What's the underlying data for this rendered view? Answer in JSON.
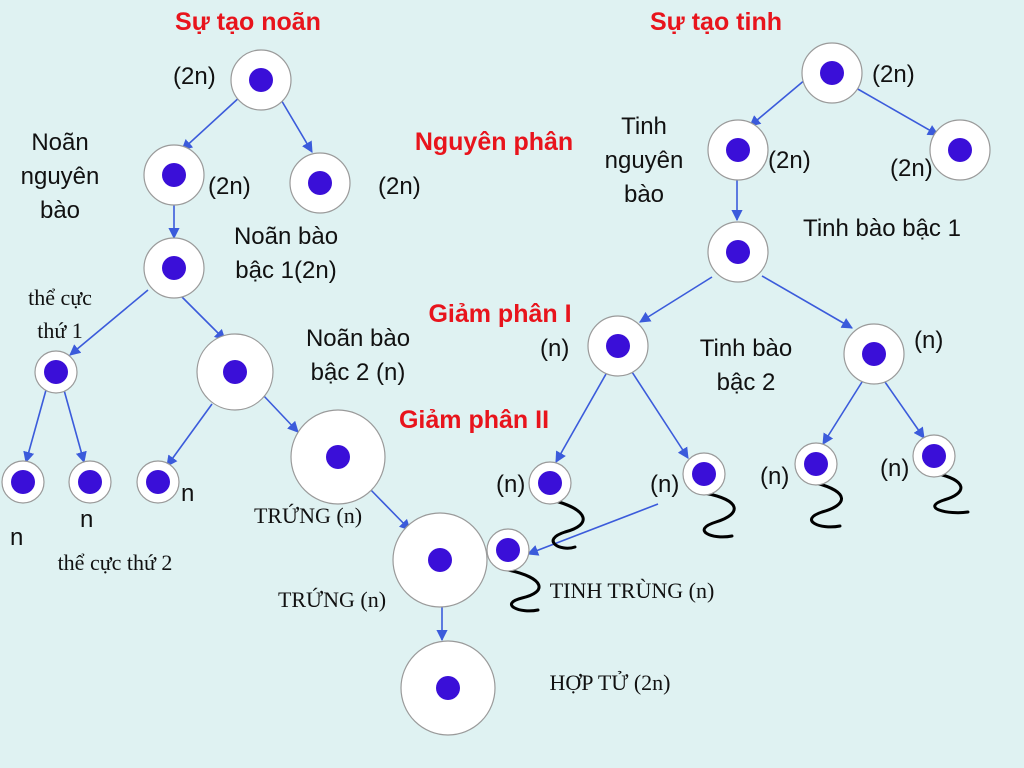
{
  "colors": {
    "background": "#dff2f2",
    "heading": "#e8141c",
    "cell_fill": "#ffffff",
    "nucleus": "#3a0fd8",
    "arrow": "#3b5bdb",
    "tail": "#000000"
  },
  "headings": {
    "oogenesis": "Sự tạo noãn",
    "spermatogenesis": "Sự tạo tinh",
    "mitosis": "Nguyên phân",
    "meiosis1": "Giảm phân I",
    "meiosis2": "Giảm phân II"
  },
  "labels": {
    "egg_root_ploidy": "(2n)",
    "oogonium_l1": "Noãn",
    "oogonium_l2": "nguyên",
    "oogonium_l3": "bào",
    "oogonium_ploidy": "(2n)",
    "oogonium_sib_ploidy": "(2n)",
    "primary_oocyte_l1": "Noãn bào",
    "primary_oocyte_l2": "bậc 1(2n)",
    "polar1_l1": "thể cực",
    "polar1_l2": "thứ 1",
    "secondary_oocyte_l1": "Noãn bào",
    "secondary_oocyte_l2": "bậc 2 (n)",
    "polar_n1": "n",
    "polar_n2": "n",
    "polar_n3": "n",
    "polar2": "thể cực thứ 2",
    "egg1": "TRỨNG (n)",
    "egg2": "TRỨNG (n)",
    "zygote": "HỢP TỬ (2n)",
    "sperm_root_ploidy": "(2n)",
    "spermatogonium_l1": "Tinh",
    "spermatogonium_l2": "nguyên",
    "spermatogonium_l3": "bào",
    "spermatogonium_ploidy": "(2n)",
    "spermatogonium_sib_ploidy": "(2n)",
    "primary_spermatocyte": "Tinh bào bậc 1",
    "secondary_sperm_left_ploidy": "(n)",
    "secondary_sperm_right_ploidy": "(n)",
    "secondary_spermatocyte_l1": "Tinh bào",
    "secondary_spermatocyte_l2": "bậc 2",
    "sperm_n1": "(n)",
    "sperm_n2": "(n)",
    "sperm_n3": "(n)",
    "sperm_n4": "(n)",
    "sperm": "TINH TRÙNG (n)"
  }
}
